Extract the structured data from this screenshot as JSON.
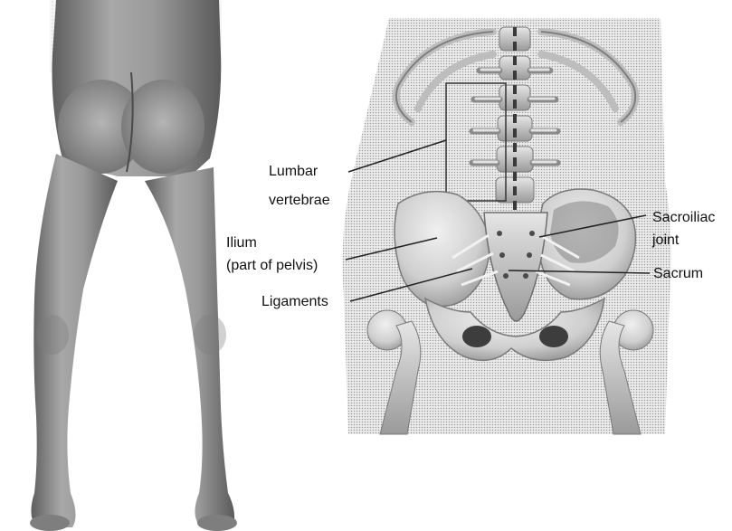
{
  "labels": {
    "lumbar_vertebrae": [
      "Lumbar",
      "vertebrae"
    ],
    "ilium": [
      "Ilium",
      "(part of pelvis)"
    ],
    "ligaments": "Ligaments",
    "sacroiliac_joint": [
      "Sacroiliac",
      "joint"
    ],
    "sacrum": "Sacrum"
  },
  "colors": {
    "ink": "#111111",
    "leader": "#222222",
    "bone": "#d6d6d6",
    "bone_shadow": "#8a8a8a",
    "body": "#9a9a9a",
    "body_shadow": "#6a6a6a",
    "background_panel": "#dcdcdc"
  }
}
